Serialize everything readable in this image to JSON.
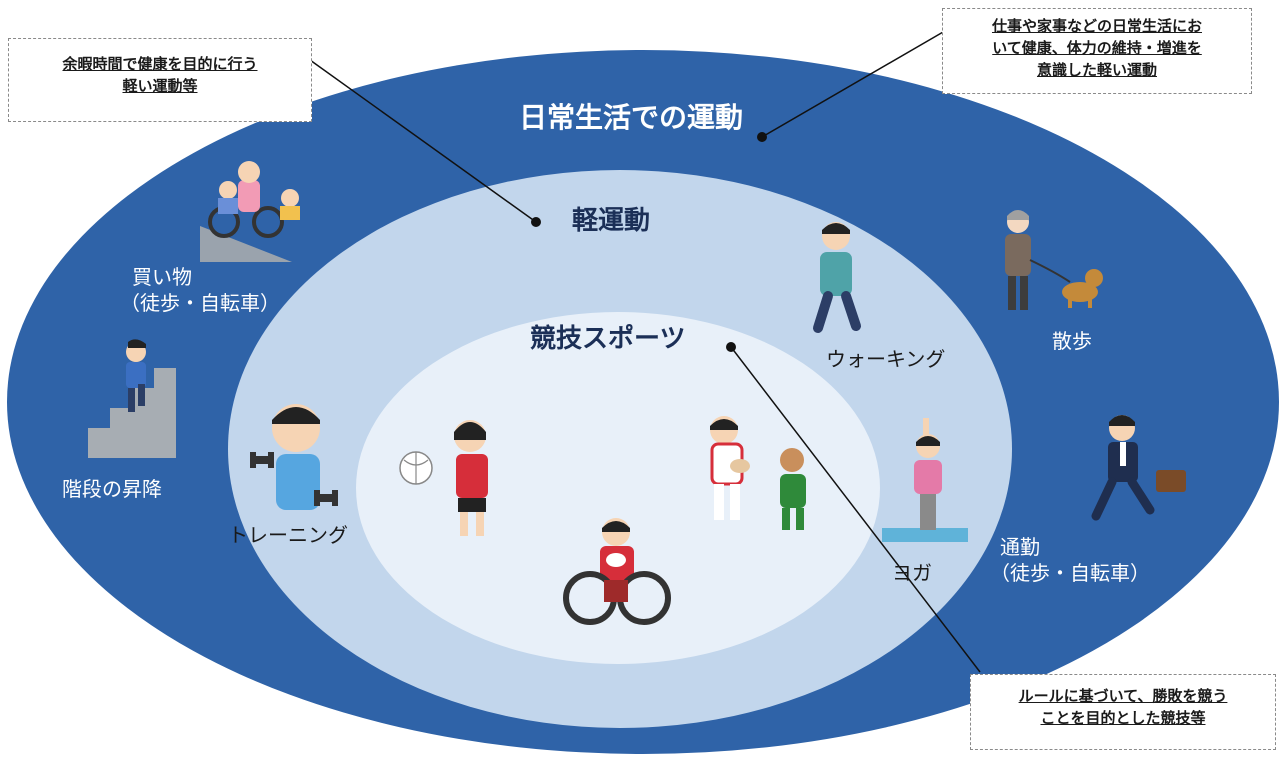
{
  "zones": {
    "outer": {
      "title": "日常生活での運動",
      "color": "#2f63a8"
    },
    "middle": {
      "title": "軽運動",
      "color": "#c2d6ec"
    },
    "inner": {
      "title": "競技スポーツ",
      "color": "#e8f0f9"
    }
  },
  "callouts": {
    "left": {
      "lines": [
        "余暇時間で健康を目的に行う",
        "軽い運動等"
      ]
    },
    "top_right": {
      "lines": [
        "仕事や家事などの日常生活にお",
        "いて健康、体力の維持・増進を",
        "意識した軽い運動"
      ]
    },
    "bottom_right": {
      "lines": [
        "ルールに基づいて、勝敗を競う",
        "ことを目的とした競技等"
      ]
    }
  },
  "activities": {
    "shopping": {
      "line1": "買い物",
      "line2": "（徒歩・自転車）",
      "icon": "family-bicycle-icon"
    },
    "stairs": {
      "label": "階段の昇降",
      "icon": "stairs-climbing-icon"
    },
    "walk_dog": {
      "label": "散歩",
      "icon": "dog-walking-icon"
    },
    "commute": {
      "line1": "通勤",
      "line2": "（徒歩・自転車）",
      "icon": "commuter-running-icon"
    },
    "walking": {
      "label": "ウォーキング",
      "icon": "walking-person-icon"
    },
    "training": {
      "label": "トレーニング",
      "icon": "dumbbell-training-icon"
    },
    "yoga": {
      "label": "ヨガ",
      "icon": "yoga-pose-icon"
    },
    "volleyball": {
      "icon": "volleyball-player-icon"
    },
    "rugby": {
      "icon": "rugby-players-icon"
    },
    "wheelchair": {
      "icon": "wheelchair-rugby-icon"
    }
  }
}
